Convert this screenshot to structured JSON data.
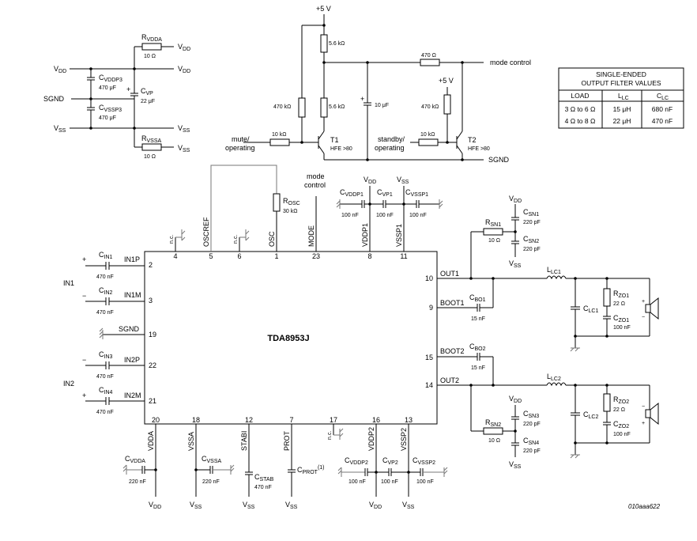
{
  "chip": {
    "name": "TDA8953J",
    "pins": {
      "in1p": {
        "num": "2",
        "label": "IN1P"
      },
      "in1m": {
        "num": "3",
        "label": "IN1M"
      },
      "sgnd": {
        "num": "19",
        "label": "SGND"
      },
      "in2p": {
        "num": "22",
        "label": "IN2P"
      },
      "in2m": {
        "num": "21",
        "label": "IN2M"
      },
      "p4": {
        "num": "4",
        "label": "n.c."
      },
      "oscref": {
        "num": "5",
        "label": "OSCREF"
      },
      "p6": {
        "num": "6",
        "label": "n.c."
      },
      "osc": {
        "num": "1",
        "label": "OSC"
      },
      "mode": {
        "num": "23",
        "label": "MODE"
      },
      "vddp1": {
        "num": "8",
        "label": "VDDP1"
      },
      "vssp1": {
        "num": "11",
        "label": "VSSP1"
      },
      "out1": {
        "num": "10",
        "label": "OUT1"
      },
      "boot1": {
        "num": "9",
        "label": "BOOT1"
      },
      "boot2": {
        "num": "15",
        "label": "BOOT2"
      },
      "out2": {
        "num": "14",
        "label": "OUT2"
      },
      "vdda": {
        "num": "20",
        "label": "VDDA"
      },
      "vssa": {
        "num": "18",
        "label": "VSSA"
      },
      "stabi": {
        "num": "12",
        "label": "STABI"
      },
      "prot": {
        "num": "7",
        "label": "PROT"
      },
      "p17": {
        "num": "17",
        "label": "n.c."
      },
      "vddp2": {
        "num": "16",
        "label": "VDDP2"
      },
      "vssp2": {
        "num": "13",
        "label": "VSSP2"
      }
    }
  },
  "supply": {
    "rvdda": {
      "name": "R",
      "sub": "VDDA",
      "value": "10 Ω"
    },
    "rvssa": {
      "name": "R",
      "sub": "VSSA",
      "value": "10 Ω"
    },
    "cvddp3": {
      "name": "C",
      "sub": "VDDP3",
      "value": "470 μF"
    },
    "cvssp3": {
      "name": "C",
      "sub": "VSSP3",
      "value": "470 μF"
    },
    "cvp": {
      "name": "C",
      "sub": "VP",
      "value": "22 μF"
    },
    "vdd": "V",
    "vdd_sub": "DD",
    "vss": "V",
    "vss_sub": "SS",
    "sgnd": "SGND"
  },
  "control": {
    "plus5v": "+5 V",
    "r56a": "5.6 kΩ",
    "r56b": "5.6 kΩ",
    "r470a": "470 kΩ",
    "r470b": "470 kΩ",
    "r470ohm": "470 Ω",
    "c10u": "10 μF",
    "r10ka": "10 kΩ",
    "r10kb": "10 kΩ",
    "mode_control": "mode control",
    "mute1": "mute/",
    "mute2": "operating",
    "standby1": "standby/",
    "standby2": "operating",
    "t1": "T1",
    "t1h": "HFE >80",
    "t2": "T2",
    "t2h": "HFE >80",
    "sgnd": "SGND",
    "plus5v2": "+5 V"
  },
  "table": {
    "title1": "SINGLE-ENDED",
    "title2": "OUTPUT FILTER VALUES",
    "headers": [
      "LOAD",
      "L",
      "C"
    ],
    "header_subs": [
      "",
      "LC",
      "LC"
    ],
    "rows": [
      [
        "3 Ω to 6 Ω",
        "15 μH",
        "680 nF"
      ],
      [
        "4 Ω to 8 Ω",
        "22 μH",
        "470 nF"
      ]
    ]
  },
  "inputs": {
    "in1": "IN1",
    "in2": "IN2",
    "cin1": {
      "name": "C",
      "sub": "IN1",
      "value": "470 nF"
    },
    "cin2": {
      "name": "C",
      "sub": "IN2",
      "value": "470 nF"
    },
    "cin3": {
      "name": "C",
      "sub": "IN3",
      "value": "470 nF"
    },
    "cin4": {
      "name": "C",
      "sub": "IN4",
      "value": "470 nF"
    },
    "plus": "+",
    "minus": "−"
  },
  "top": {
    "rosc": {
      "name": "R",
      "sub": "OSC",
      "value": "30 kΩ"
    },
    "mode1": "mode",
    "mode2": "control",
    "cvddp1": {
      "name": "C",
      "sub": "VDDP1",
      "value": "100 nF"
    },
    "cvp1": {
      "name": "C",
      "sub": "VP1",
      "value": "100 nF"
    },
    "cvssp1": {
      "name": "C",
      "sub": "VSSP1",
      "value": "100 nF"
    }
  },
  "output": {
    "rsn1": {
      "name": "R",
      "sub": "SN1",
      "value": "10 Ω"
    },
    "csn1": {
      "name": "C",
      "sub": "SN1",
      "value": "220 pF"
    },
    "csn2": {
      "name": "C",
      "sub": "SN2",
      "value": "220 pF"
    },
    "cbo1": {
      "name": "C",
      "sub": "BO1",
      "value": "15 nF"
    },
    "llc1": {
      "name": "L",
      "sub": "LC1"
    },
    "clc1": {
      "name": "C",
      "sub": "LC1"
    },
    "rzo1": {
      "name": "R",
      "sub": "ZO1",
      "value": "22 Ω"
    },
    "czo1": {
      "name": "C",
      "sub": "ZO1",
      "value": "100 nF"
    },
    "cbo2": {
      "name": "C",
      "sub": "BO2",
      "value": "15 nF"
    },
    "llc2": {
      "name": "L",
      "sub": "LC2"
    },
    "rsn2": {
      "name": "R",
      "sub": "SN2",
      "value": "10 Ω"
    },
    "csn3": {
      "name": "C",
      "sub": "SN3",
      "value": "220 pF"
    },
    "csn4": {
      "name": "C",
      "sub": "SN4",
      "value": "220 pF"
    },
    "clc2": {
      "name": "C",
      "sub": "LC2"
    },
    "rzo2": {
      "name": "R",
      "sub": "ZO2",
      "value": "22 Ω"
    },
    "czo2": {
      "name": "C",
      "sub": "ZO2",
      "value": "100 nF"
    },
    "plus": "+",
    "minus": "−"
  },
  "bottom": {
    "cvdda": {
      "name": "C",
      "sub": "VDDA",
      "value": "220 nF"
    },
    "cvssa": {
      "name": "C",
      "sub": "VSSA",
      "value": "220 nF"
    },
    "cstab": {
      "name": "C",
      "sub": "STAB",
      "value": "470 nF"
    },
    "cprot": {
      "name": "C",
      "sub": "PROT",
      "sup": "(1)"
    },
    "cvddp2": {
      "name": "C",
      "sub": "VDDP2",
      "value": "100 nF"
    },
    "cvp2": {
      "name": "C",
      "sub": "VP2",
      "value": "100 nF"
    },
    "cvssp2": {
      "name": "C",
      "sub": "VSSP2",
      "value": "100 nF"
    }
  },
  "figure_id": "010aaa622"
}
